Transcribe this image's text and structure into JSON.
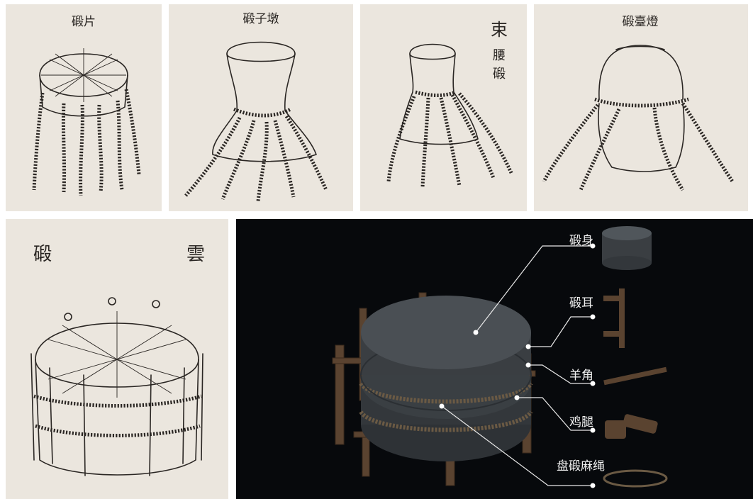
{
  "illustrations": [
    {
      "title": "碫片"
    },
    {
      "title": "碫子墩"
    },
    {
      "title": "束腰碫"
    },
    {
      "title": "碫臺燈"
    },
    {
      "title": "雲碫"
    }
  ],
  "model": {
    "callouts": [
      "碫身",
      "碫耳",
      "羊角",
      "鸡腿",
      "盘碫麻绳"
    ]
  }
}
